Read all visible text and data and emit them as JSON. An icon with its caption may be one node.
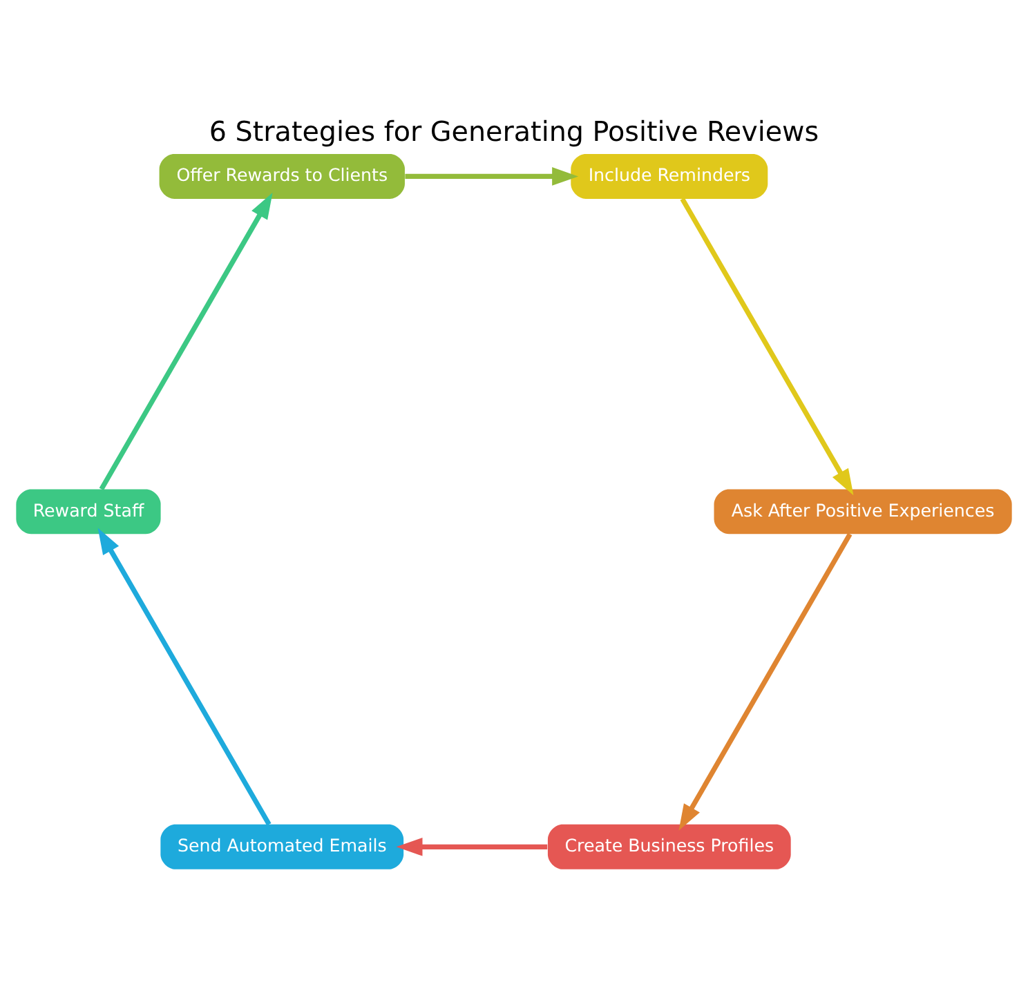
{
  "diagram": {
    "title": "6 Strategies for Generating Positive Reviews",
    "nodes": [
      {
        "text": [
          "Create Business Profiles"
        ]
      },
      {
        "text": [
          "Send Automated Emails"
        ]
      },
      {
        "text": [
          "Reward Staff"
        ]
      },
      {
        "text": [
          "Offer Rewards to Clients"
        ]
      },
      {
        "text": [
          "Include Reminders"
        ]
      },
      {
        "text": [
          "Ask After Positive Experiences"
        ]
      }
    ],
    "edges": [
      {
        "from": 0,
        "to": 1,
        "arrow": "to",
        "color": "#e55753"
      },
      {
        "from": 1,
        "to": 2,
        "arrow": "to",
        "color": "#1eaadc"
      },
      {
        "from": 2,
        "to": 3,
        "arrow": "to",
        "color": "#3cc884"
      },
      {
        "from": 3,
        "to": 4,
        "arrow": "to",
        "color": "#93bb3a"
      },
      {
        "from": 4,
        "to": 5,
        "arrow": "to",
        "color": "#e0c81b"
      },
      {
        "from": 5,
        "to": 0,
        "arrow": "to",
        "color": "#df8531"
      }
    ]
  }
}
